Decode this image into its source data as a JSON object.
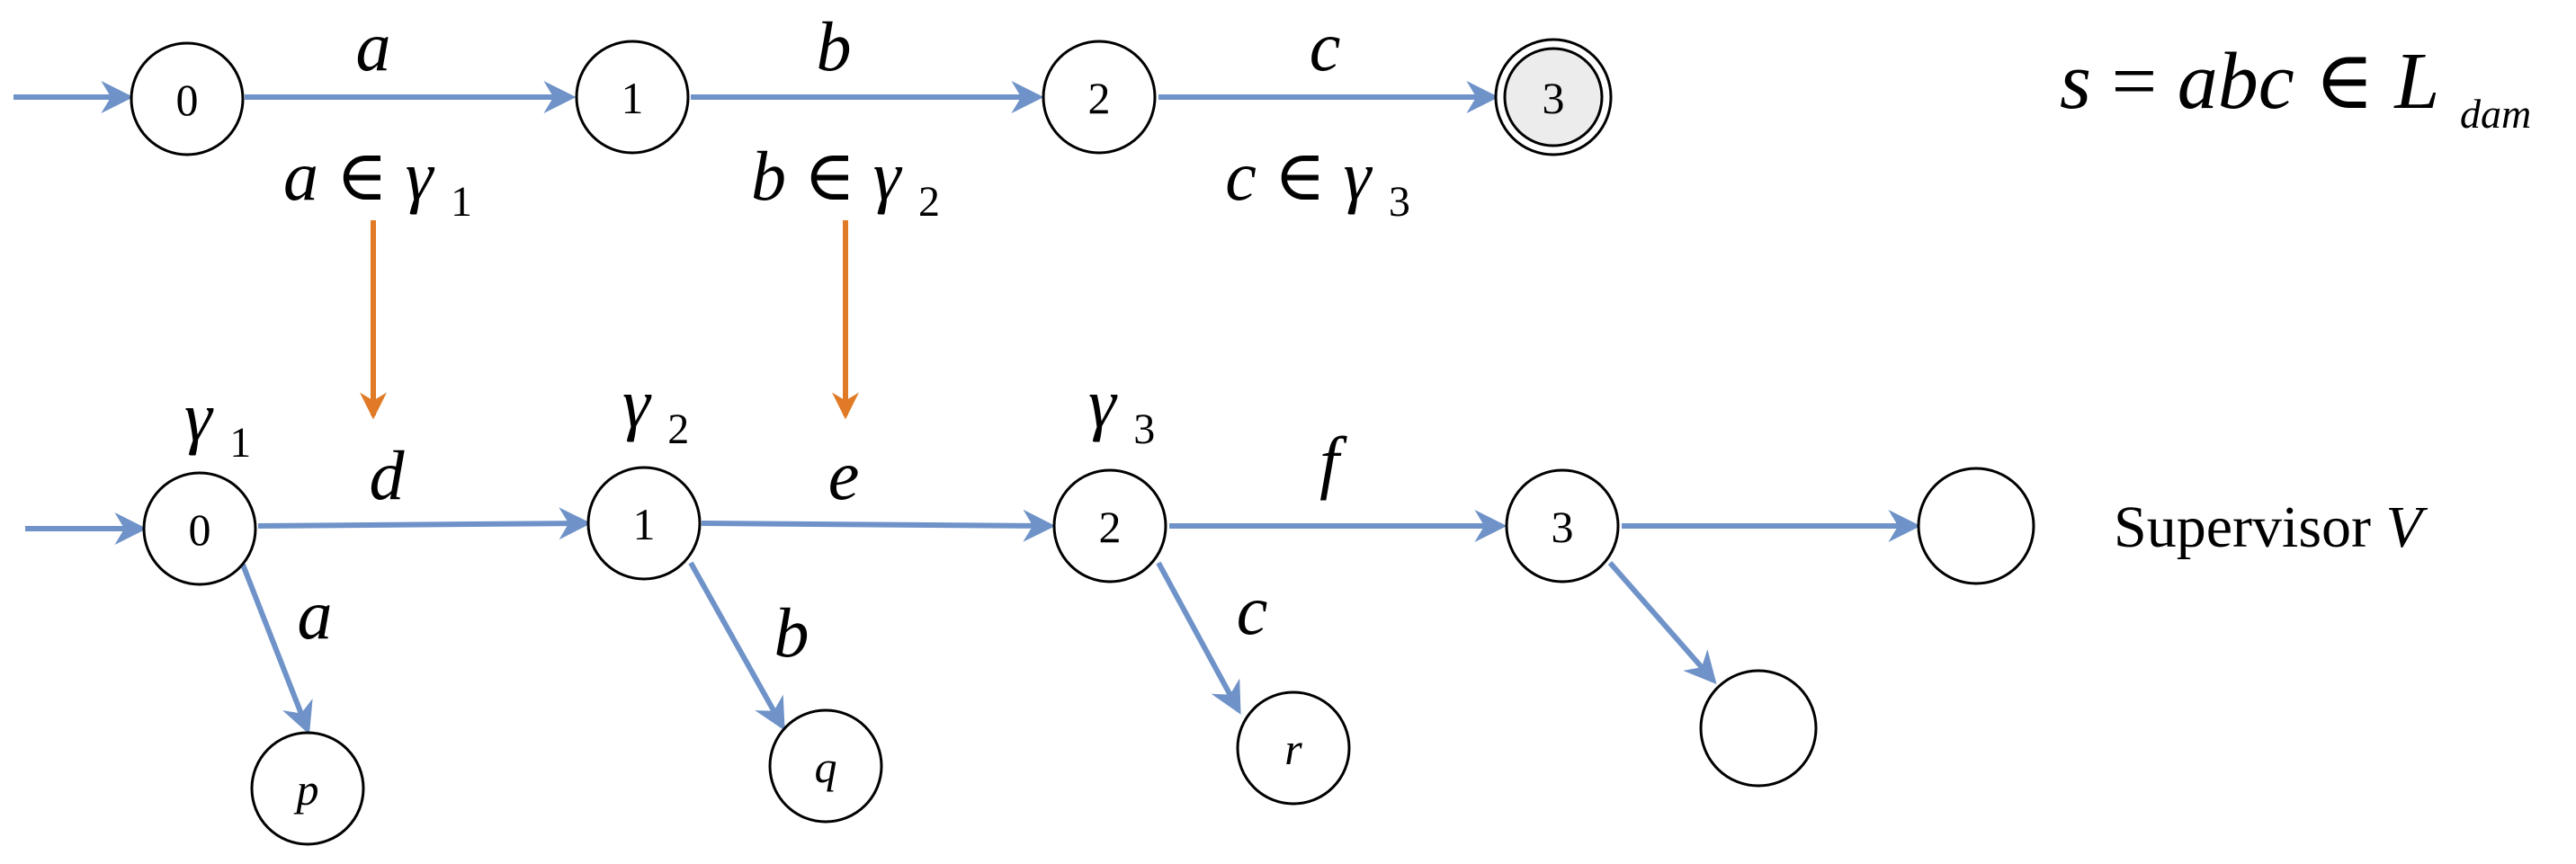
{
  "automaton": {
    "states": [
      "0",
      "1",
      "2",
      "3"
    ],
    "events": [
      "a",
      "b",
      "c"
    ],
    "conditions": [
      {
        "event": "a",
        "op": "∈",
        "set": "γ",
        "sub": "1"
      },
      {
        "event": "b",
        "op": "∈",
        "set": "γ",
        "sub": "2"
      },
      {
        "event": "c",
        "op": "∈",
        "set": "γ",
        "sub": "3"
      }
    ]
  },
  "formula": {
    "lhs": "s",
    "eq": " = ",
    "word": "abc",
    "op": " ∈ ",
    "set": "L",
    "sub": "dam"
  },
  "supervisor": {
    "states": [
      "0",
      "1",
      "2",
      "3"
    ],
    "gammas": [
      {
        "sym": "γ",
        "sub": "1"
      },
      {
        "sym": "γ",
        "sub": "2"
      },
      {
        "sym": "γ",
        "sub": "3"
      }
    ],
    "main_events": [
      "d",
      "e",
      "f"
    ],
    "branch_events": [
      "a",
      "b",
      "c"
    ],
    "leaf_states": [
      "p",
      "q",
      "r"
    ],
    "title_word": "Supervisor",
    "title_var": "V"
  },
  "colors": {
    "edge": "#6f93c8",
    "mapping_arrow": "#e07a26",
    "final_state_fill": "#ececec"
  }
}
